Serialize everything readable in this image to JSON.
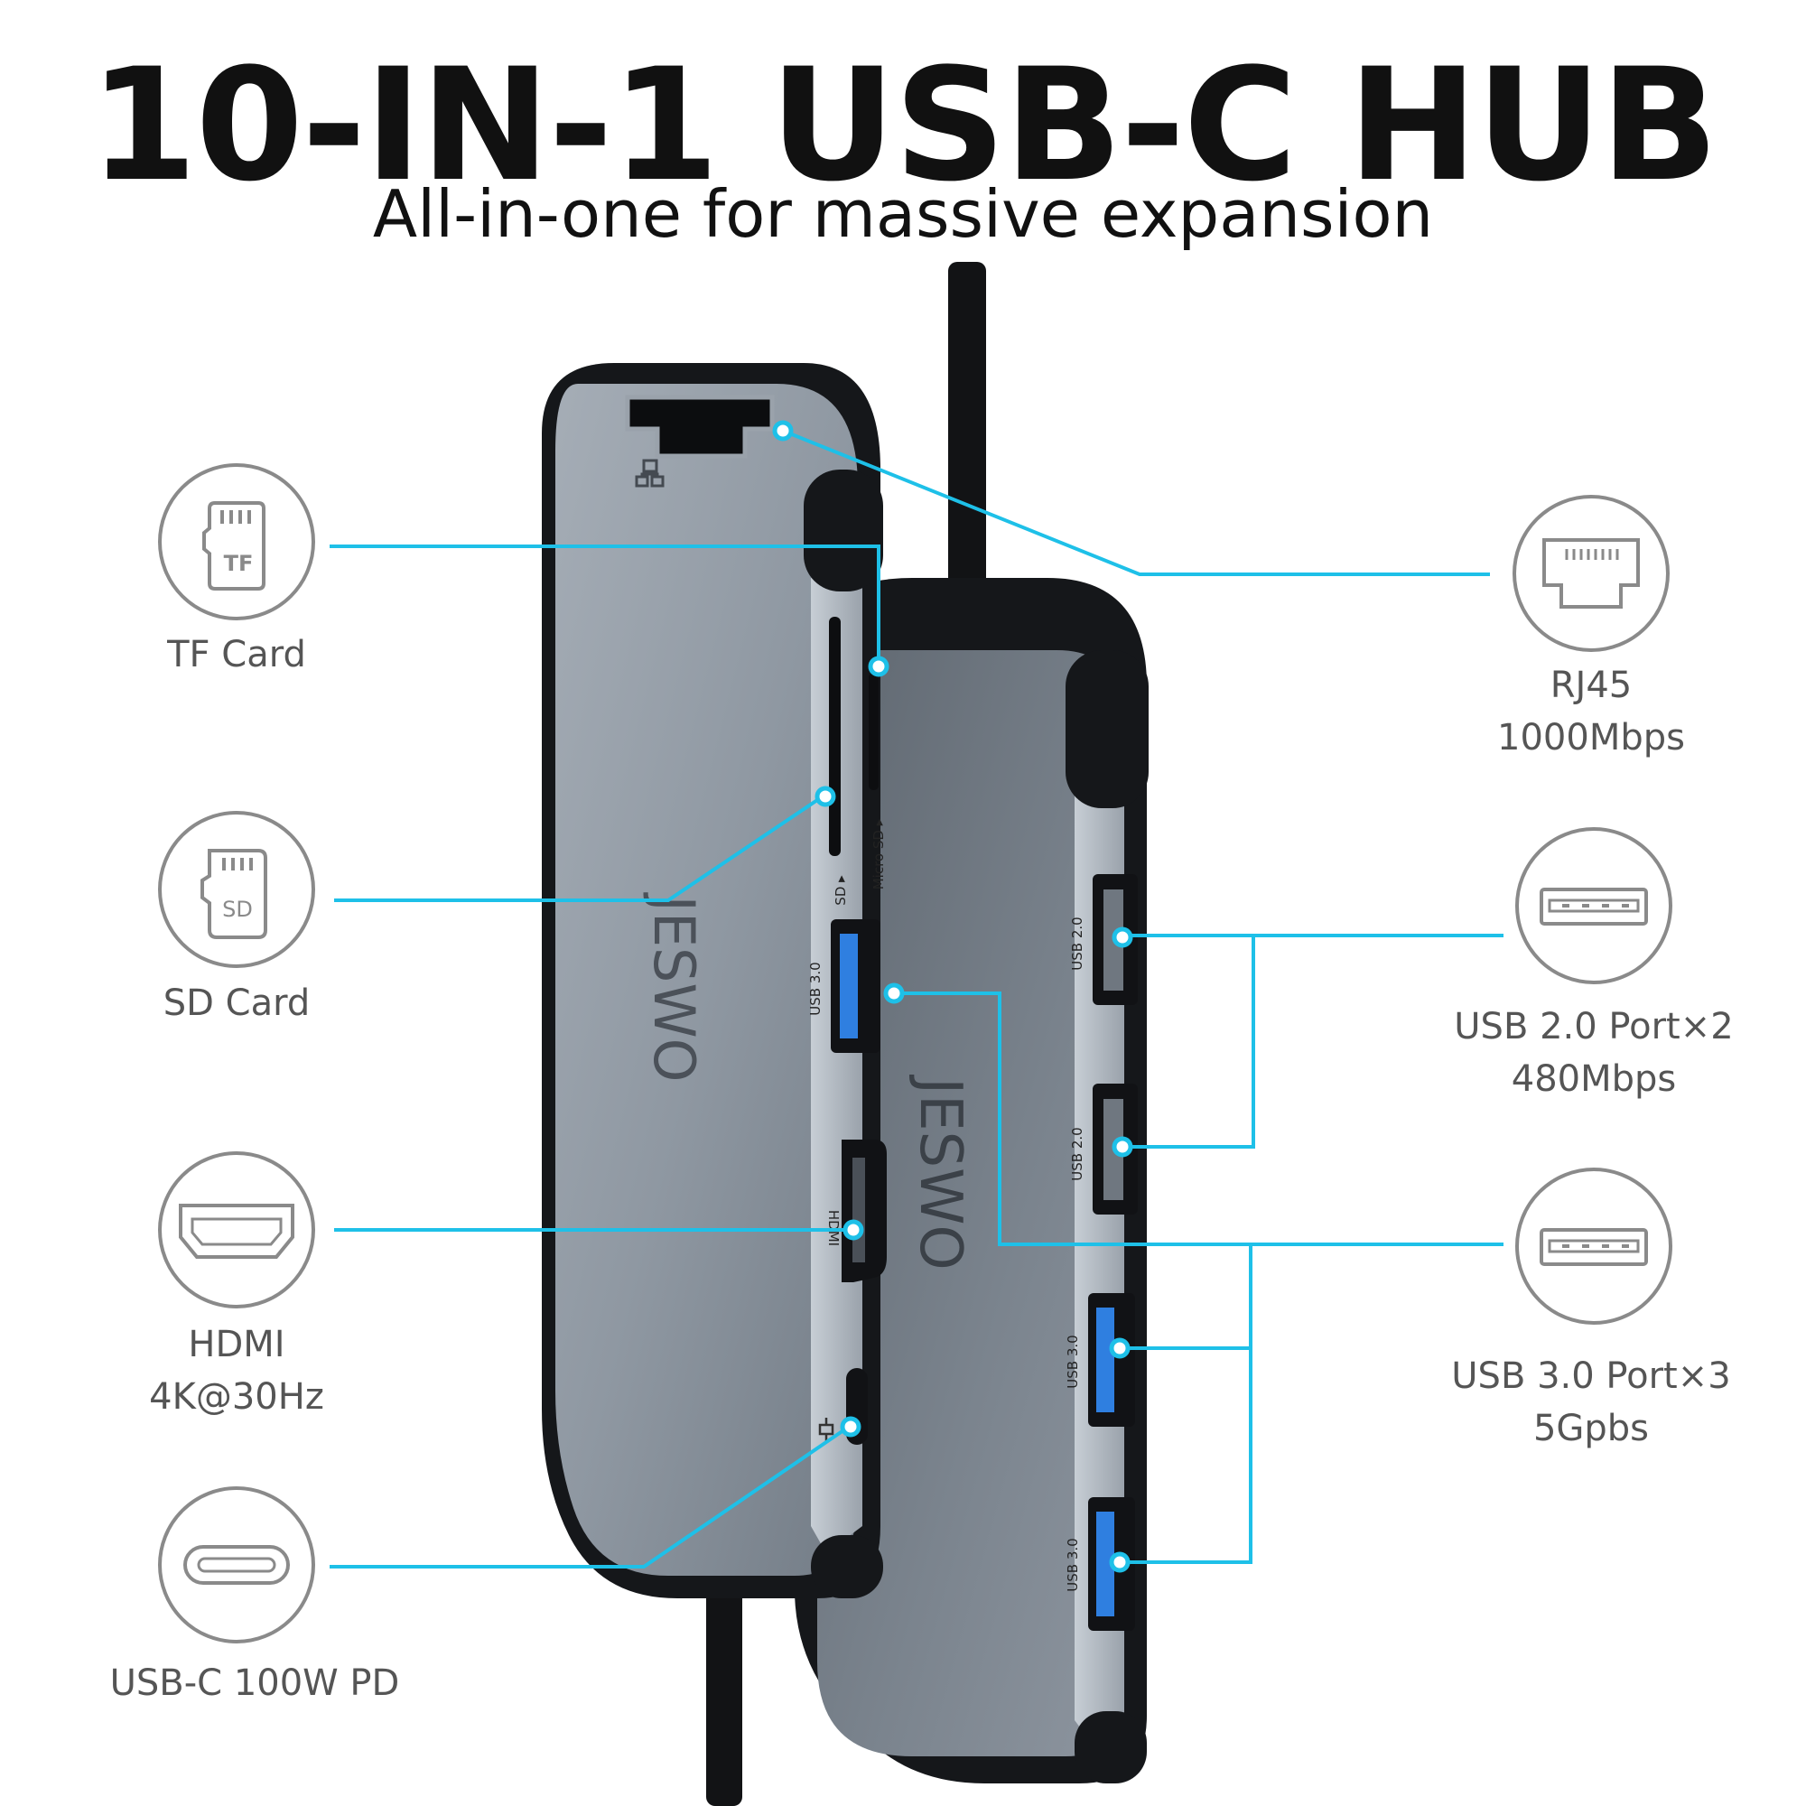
{
  "header": {
    "title": "10-IN-1 USB-C HUB",
    "subtitle": "All-in-one for massive expansion"
  },
  "colors": {
    "accent": "#1ec0e8",
    "device_body": "#8e97a1",
    "device_edge": "#b9c1c9",
    "rubber": "#16181b",
    "usb3_blue": "#2f7fe0",
    "label_text": "#555555"
  },
  "ports_left": [
    {
      "icon": "tf-card-icon",
      "lines": [
        "TF Card"
      ]
    },
    {
      "icon": "sd-card-icon",
      "lines": [
        "SD Card"
      ]
    },
    {
      "icon": "hdmi-icon",
      "lines": [
        "HDMI",
        "4K@30Hz"
      ]
    },
    {
      "icon": "usb-c-icon",
      "lines": [
        "USB-C 100W PD"
      ]
    }
  ],
  "ports_right": [
    {
      "icon": "rj45-icon",
      "lines": [
        "RJ45",
        "1000Mbps"
      ]
    },
    {
      "icon": "usb-a-icon",
      "lines": [
        "USB 2.0 Port×2",
        "480Mbps"
      ]
    },
    {
      "icon": "usb-a-icon",
      "lines": [
        "USB 3.0 Port×3",
        "5Gpbs"
      ]
    }
  ],
  "device_markings": {
    "brand": "JESWO",
    "sd": "SD ▸",
    "micro_sd": "Micro SD ▸",
    "usb3": "USB 3.0",
    "hdmi": "HDMI",
    "usb2": "USB 2.0"
  }
}
